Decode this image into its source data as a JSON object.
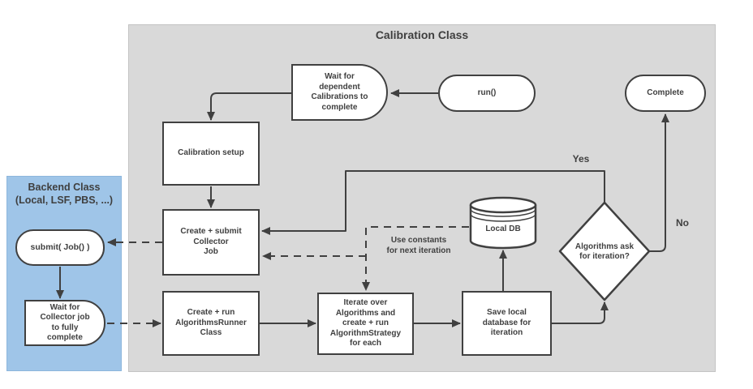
{
  "containers": {
    "calibration_title": "Calibration Class",
    "backend_title": "Backend Class\n(Local, LSF, PBS, ...)"
  },
  "nodes": {
    "wait_dependent": "Wait for\ndependent\nCalibrations to\ncomplete",
    "run": "run()",
    "complete": "Complete",
    "calibration_setup": "Calibration setup",
    "create_submit_collector": "Create + submit\nCollector\nJob",
    "submit_job": "submit( Job() )",
    "wait_collector": "Wait for\nCollector job\nto fully\ncomplete",
    "create_run_runner": "Create + run\nAlgorithmsRunner\nClass",
    "iterate_algorithms": "Iterate over\nAlgorithms and\ncreate + run\nAlgorithmStrategy\nfor each",
    "save_local_db": "Save local\ndatabase for\niteration",
    "local_db": "Local DB",
    "iteration_decision": "Algorithms ask\nfor iteration?"
  },
  "edge_labels": {
    "yes": "Yes",
    "no": "No",
    "use_constants": "Use constants\nfor next iteration"
  },
  "colors": {
    "container_fill": "#d9d9d9",
    "backend_fill": "#9fc5e8",
    "node_fill": "#ffffff",
    "stroke": "#404040",
    "text": "#404040"
  }
}
